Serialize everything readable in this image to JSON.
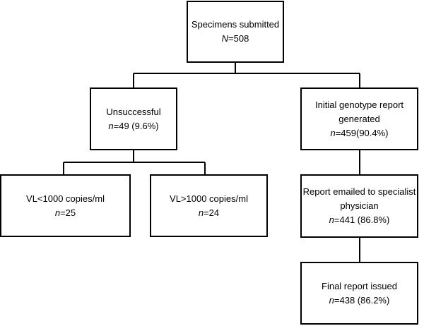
{
  "nodes": {
    "specimens": {
      "title": "Specimens submitted",
      "var": "N",
      "eq": "=",
      "value": "508"
    },
    "unsuccessful": {
      "title": "Unsuccessful",
      "var": "n",
      "eq": "=",
      "value": "49 (9.6%)"
    },
    "initial": {
      "title_1": "Initial genotype report",
      "title_2": "generated",
      "var": "n",
      "eq": "=",
      "value": "459(90.4%)"
    },
    "vl_low": {
      "title": "VL<1000 copies/ml",
      "var": "n",
      "eq": "=",
      "value": "25"
    },
    "vl_high": {
      "title": "VL>1000 copies/ml",
      "var": "n",
      "eq": "=",
      "value": "24"
    },
    "emailed": {
      "title_1": "Report emailed to specialist",
      "title_2": "physician",
      "var": "n",
      "eq": "=",
      "value": "441 (86.8%)"
    },
    "final": {
      "title": "Final report issued",
      "var": "n",
      "eq": "=",
      "value": "438 (86.2%)"
    }
  },
  "colors": {
    "line": "#000000",
    "box_border": "#000000",
    "background": "#ffffff"
  }
}
